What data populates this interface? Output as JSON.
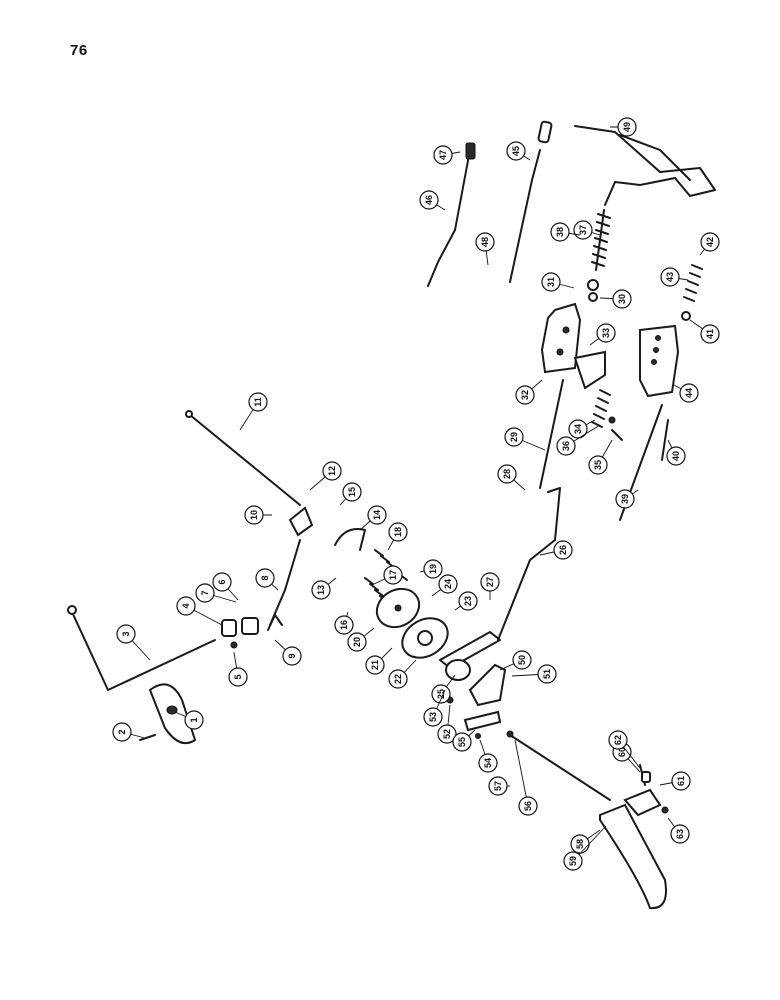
{
  "page": {
    "number": "76"
  },
  "callouts": [
    "1",
    "2",
    "3",
    "4",
    "5",
    "6",
    "7",
    "8",
    "9",
    "10",
    "11",
    "12",
    "13",
    "14",
    "15",
    "16",
    "17",
    "18",
    "19",
    "20",
    "21",
    "22",
    "23",
    "24",
    "25",
    "26",
    "27",
    "28",
    "29",
    "30",
    "31",
    "32",
    "33",
    "34",
    "35",
    "36",
    "37",
    "38",
    "39",
    "40",
    "41",
    "42",
    "43",
    "44",
    "45",
    "46",
    "47",
    "48",
    "49",
    "50",
    "51",
    "52",
    "53",
    "54",
    "55",
    "56",
    "57",
    "58",
    "59",
    "60",
    "61",
    "62",
    "63"
  ],
  "colors": {
    "ink": "#1a1a1a",
    "paper": "#ffffff"
  }
}
